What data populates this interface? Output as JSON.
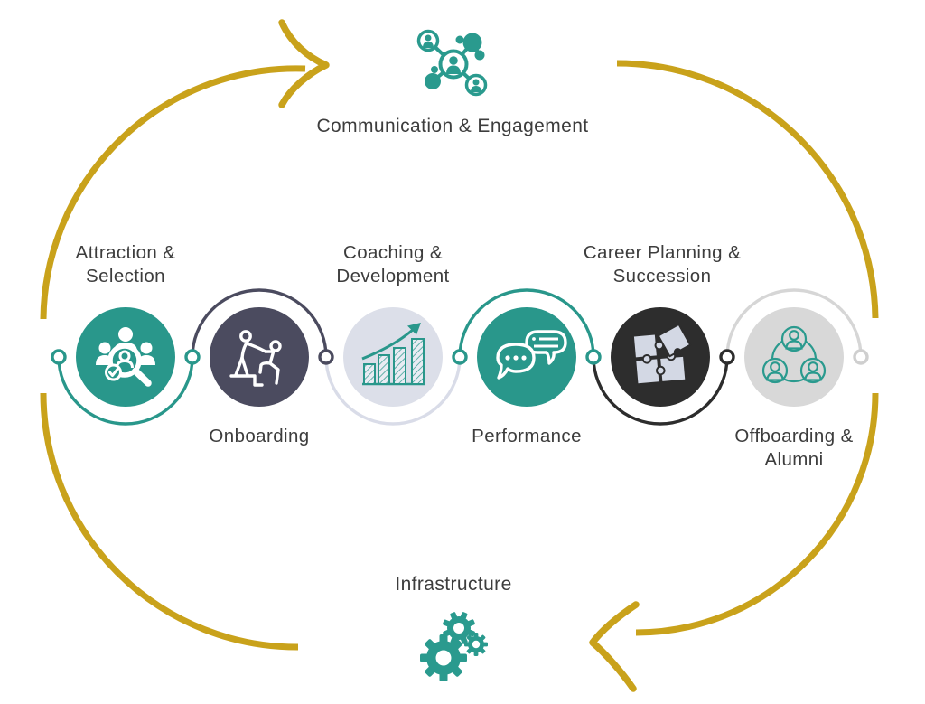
{
  "colors": {
    "teal": "#29978b",
    "slate": "#4b4b5f",
    "lavender": "#dcdfe9",
    "charcoal": "#2d2d2d",
    "gray": "#d8d8d8",
    "gold": "#c9a21b",
    "text": "#3d3d3d"
  },
  "cycle": {
    "top_hub": {
      "label": "Communication & Engagement",
      "icon": "people-network-icon"
    },
    "bottom_hub": {
      "label": "Infrastructure",
      "icon": "gears-icon"
    }
  },
  "stages": [
    {
      "id": "attraction-selection",
      "line1": "Attraction &",
      "line2": "Selection",
      "icon": "candidate-search-icon",
      "circle_color": "#29978b",
      "label_position": "top"
    },
    {
      "id": "onboarding",
      "line1": "Onboarding",
      "line2": "",
      "icon": "helping-climb-icon",
      "circle_color": "#4b4b5f",
      "label_position": "bottom"
    },
    {
      "id": "coaching-development",
      "line1": "Coaching &",
      "line2": "Development",
      "icon": "growth-bars-icon",
      "circle_color": "#dcdfe9",
      "label_position": "top"
    },
    {
      "id": "performance",
      "line1": "Performance",
      "line2": "",
      "icon": "speech-bubbles-icon",
      "circle_color": "#29978b",
      "label_position": "bottom"
    },
    {
      "id": "career-planning-succession",
      "line1": "Career Planning &",
      "line2": "Succession",
      "icon": "puzzle-pieces-icon",
      "circle_color": "#2d2d2d",
      "label_position": "top"
    },
    {
      "id": "offboarding-alumni",
      "line1": "Offboarding &",
      "line2": "Alumni",
      "icon": "alumni-circle-icon",
      "circle_color": "#d8d8d8",
      "label_position": "bottom"
    }
  ]
}
